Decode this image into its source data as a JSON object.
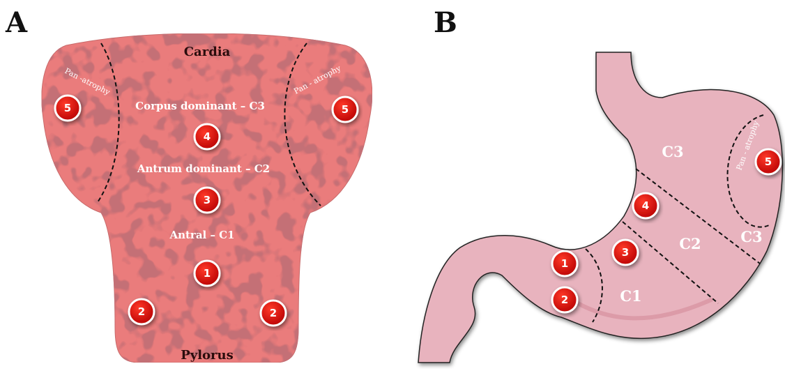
{
  "panel_a": {
    "letter": "A",
    "labels": {
      "cardia": "Cardia",
      "corpus": "Corpus dominant – C3",
      "antrum": "Antrum dominant – C2",
      "antral": "Antral – C1",
      "pylorus": "Pylorus",
      "pan_left": "Pan -atrophy",
      "pan_right": "Pan - atrophy"
    },
    "badges": [
      "5",
      "5",
      "4",
      "3",
      "1",
      "2",
      "2"
    ]
  },
  "panel_b": {
    "letter": "B",
    "labels": {
      "c3_top": "C3",
      "c3_right": "C3",
      "c2": "C2",
      "c1": "C1",
      "pan": "Pan - atrophy"
    },
    "badges": [
      "5",
      "4",
      "3",
      "1",
      "2"
    ]
  },
  "colors": {
    "panel_a_fill": "#ea7c7c",
    "panel_b_fill": "#e8b3be",
    "badge_fill": "#d10a0a"
  }
}
